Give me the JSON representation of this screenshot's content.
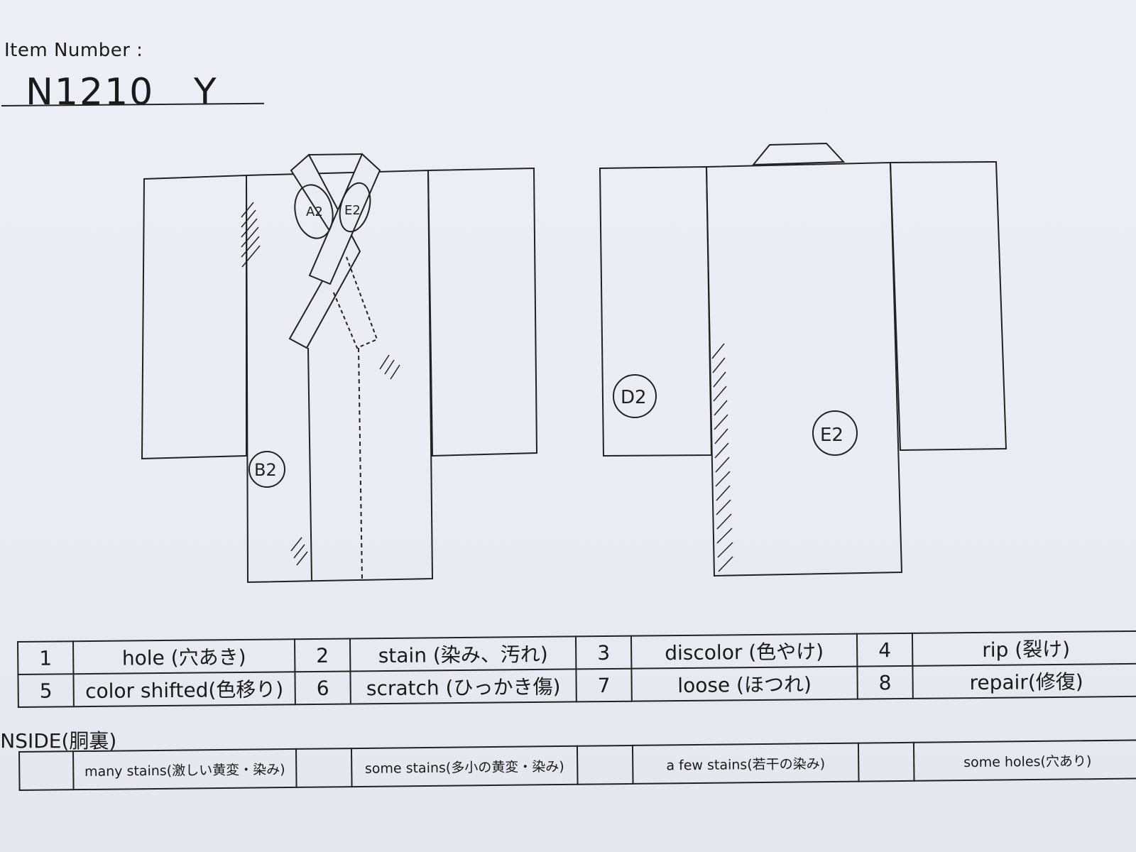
{
  "item": {
    "label": "Item Number :",
    "value": "N1210   Y"
  },
  "diagram_labels": {
    "front_collar_left": "A2",
    "front_collar_right": "E2",
    "front_body": "B2",
    "back_sleeve": "D2",
    "back_body": "E2"
  },
  "legend": [
    [
      {
        "num": "1",
        "label": "hole (穴あき)"
      },
      {
        "num": "2",
        "label": "stain (染み、汚れ)"
      },
      {
        "num": "3",
        "label": "discolor (色やけ)"
      },
      {
        "num": "4",
        "label": "rip (裂け)"
      }
    ],
    [
      {
        "num": "5",
        "label": "color shifted(色移り)"
      },
      {
        "num": "6",
        "label": "scratch (ひっかき傷)"
      },
      {
        "num": "7",
        "label": "loose (ほつれ)"
      },
      {
        "num": "8",
        "label": "repair(修復)"
      }
    ]
  ],
  "inside": {
    "title": "INSIDE(胴裏)",
    "items": [
      "many stains(激しい黄変・染み)",
      "some stains(多小の黄変・染み)",
      "a few stains(若干の染み)",
      "some holes(穴あり)"
    ]
  }
}
